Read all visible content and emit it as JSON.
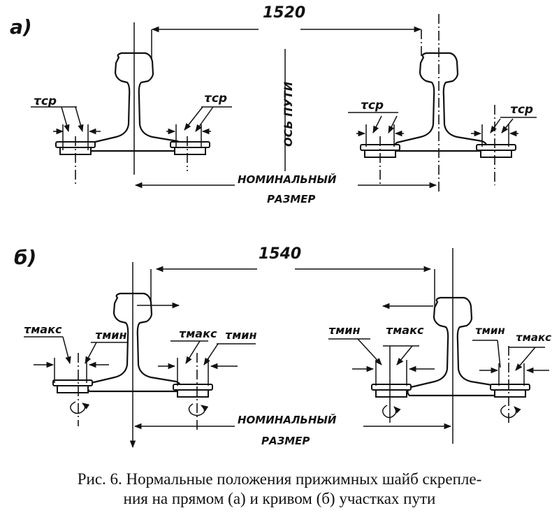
{
  "panels": [
    {
      "id": "a",
      "label": "а)",
      "gauge": "1520",
      "axis_label": "ОСЬ ПУТИ",
      "nominal_line1": "НОМИНАЛЬНЫЙ",
      "nominal_line2": "РАЗМЕР",
      "clearance_labels": [
        "τср",
        "τср",
        "τср",
        "τср"
      ],
      "washer_rotation_arrows": false,
      "rail_displacement_arrows": false
    },
    {
      "id": "b",
      "label": "б)",
      "gauge": "1540",
      "nominal_line1": "НОМИНАЛЬНЫЙ",
      "nominal_line2": "РАЗМЕР",
      "clearance_labels": [
        "τмакс",
        "τмин",
        "τмакс",
        "τмин",
        "τмин",
        "τмакс",
        "τмин",
        "τмакс"
      ],
      "washer_rotation_arrows": true,
      "rail_displacement_arrows": true
    }
  ],
  "caption": {
    "line1": "Рис. 6. Нормальные положения прижимных шайб скрепле-",
    "line2": "ния на прямом (а) и кривом (б) участках пути"
  }
}
